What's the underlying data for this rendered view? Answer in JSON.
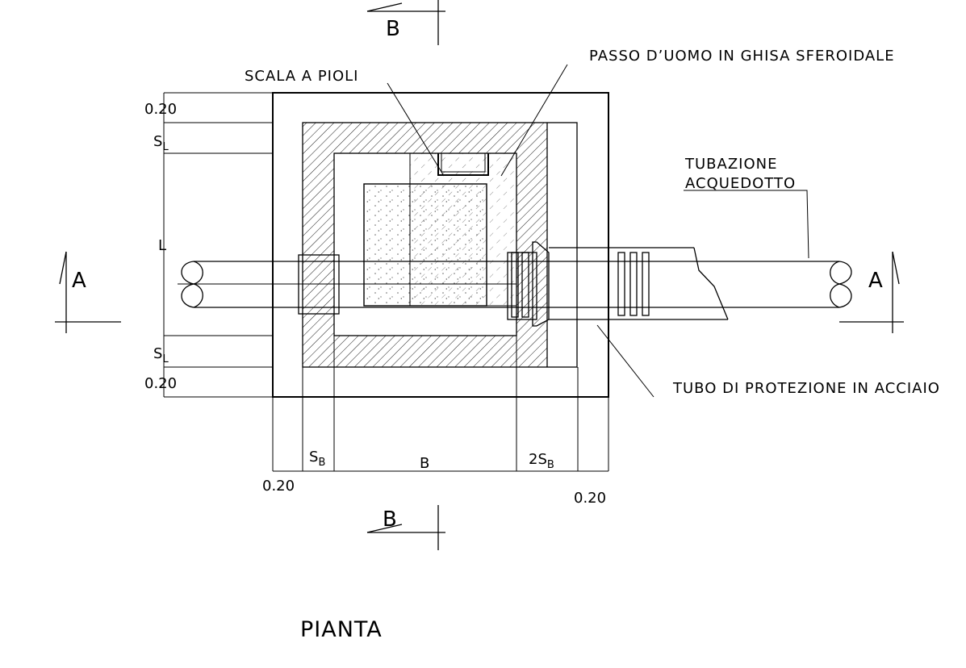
{
  "labels": {
    "passo_duomo": "PASSO D’UOMO IN GHISA SFEROIDALE",
    "scala_a_pioli": "SCALA A PIOLI",
    "tubazione_line1": "TUBAZIONE",
    "tubazione_line2": "ACQUEDOTTO",
    "tubo_protezione": "TUBO DI PROTEZIONE IN ACCIAIO",
    "title": "PIANTA"
  },
  "sections": {
    "b_top": "B",
    "b_bottom": "B",
    "a_left": "A",
    "a_right": "A"
  },
  "dimensions": {
    "left_top": "0.20",
    "s_l_top": "S",
    "s_l_top_sub": "L",
    "l_mid": "L",
    "s_l_bottom": "S",
    "s_l_bottom_sub": "L",
    "left_bottom": "0.20",
    "s_b": "S",
    "s_b_sub": "B",
    "b_width": "B",
    "two_s_b": "2S",
    "two_s_b_sub": "B",
    "bottom_left": "0.20",
    "bottom_right": "0.20"
  }
}
